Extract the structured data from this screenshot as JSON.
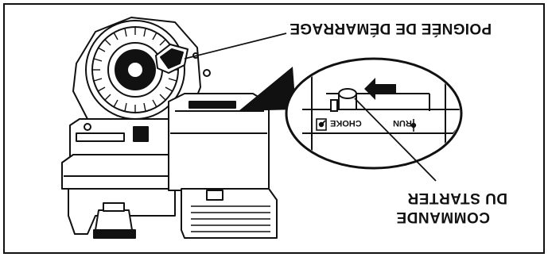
{
  "labels": {
    "start_handle": "POIGNÉE DE DÉMARRAGE",
    "choke_control_line1": "COMMANDE",
    "choke_control_line2": "DU STARTER",
    "run": "RUN",
    "choke": "CHOKE"
  },
  "icons": {
    "arrow": "arrow-left-icon",
    "run_symbol": "run-symbol-icon",
    "choke_symbol": "choke-symbol-icon"
  },
  "colors": {
    "ink": "#111111",
    "paper": "#ffffff"
  }
}
